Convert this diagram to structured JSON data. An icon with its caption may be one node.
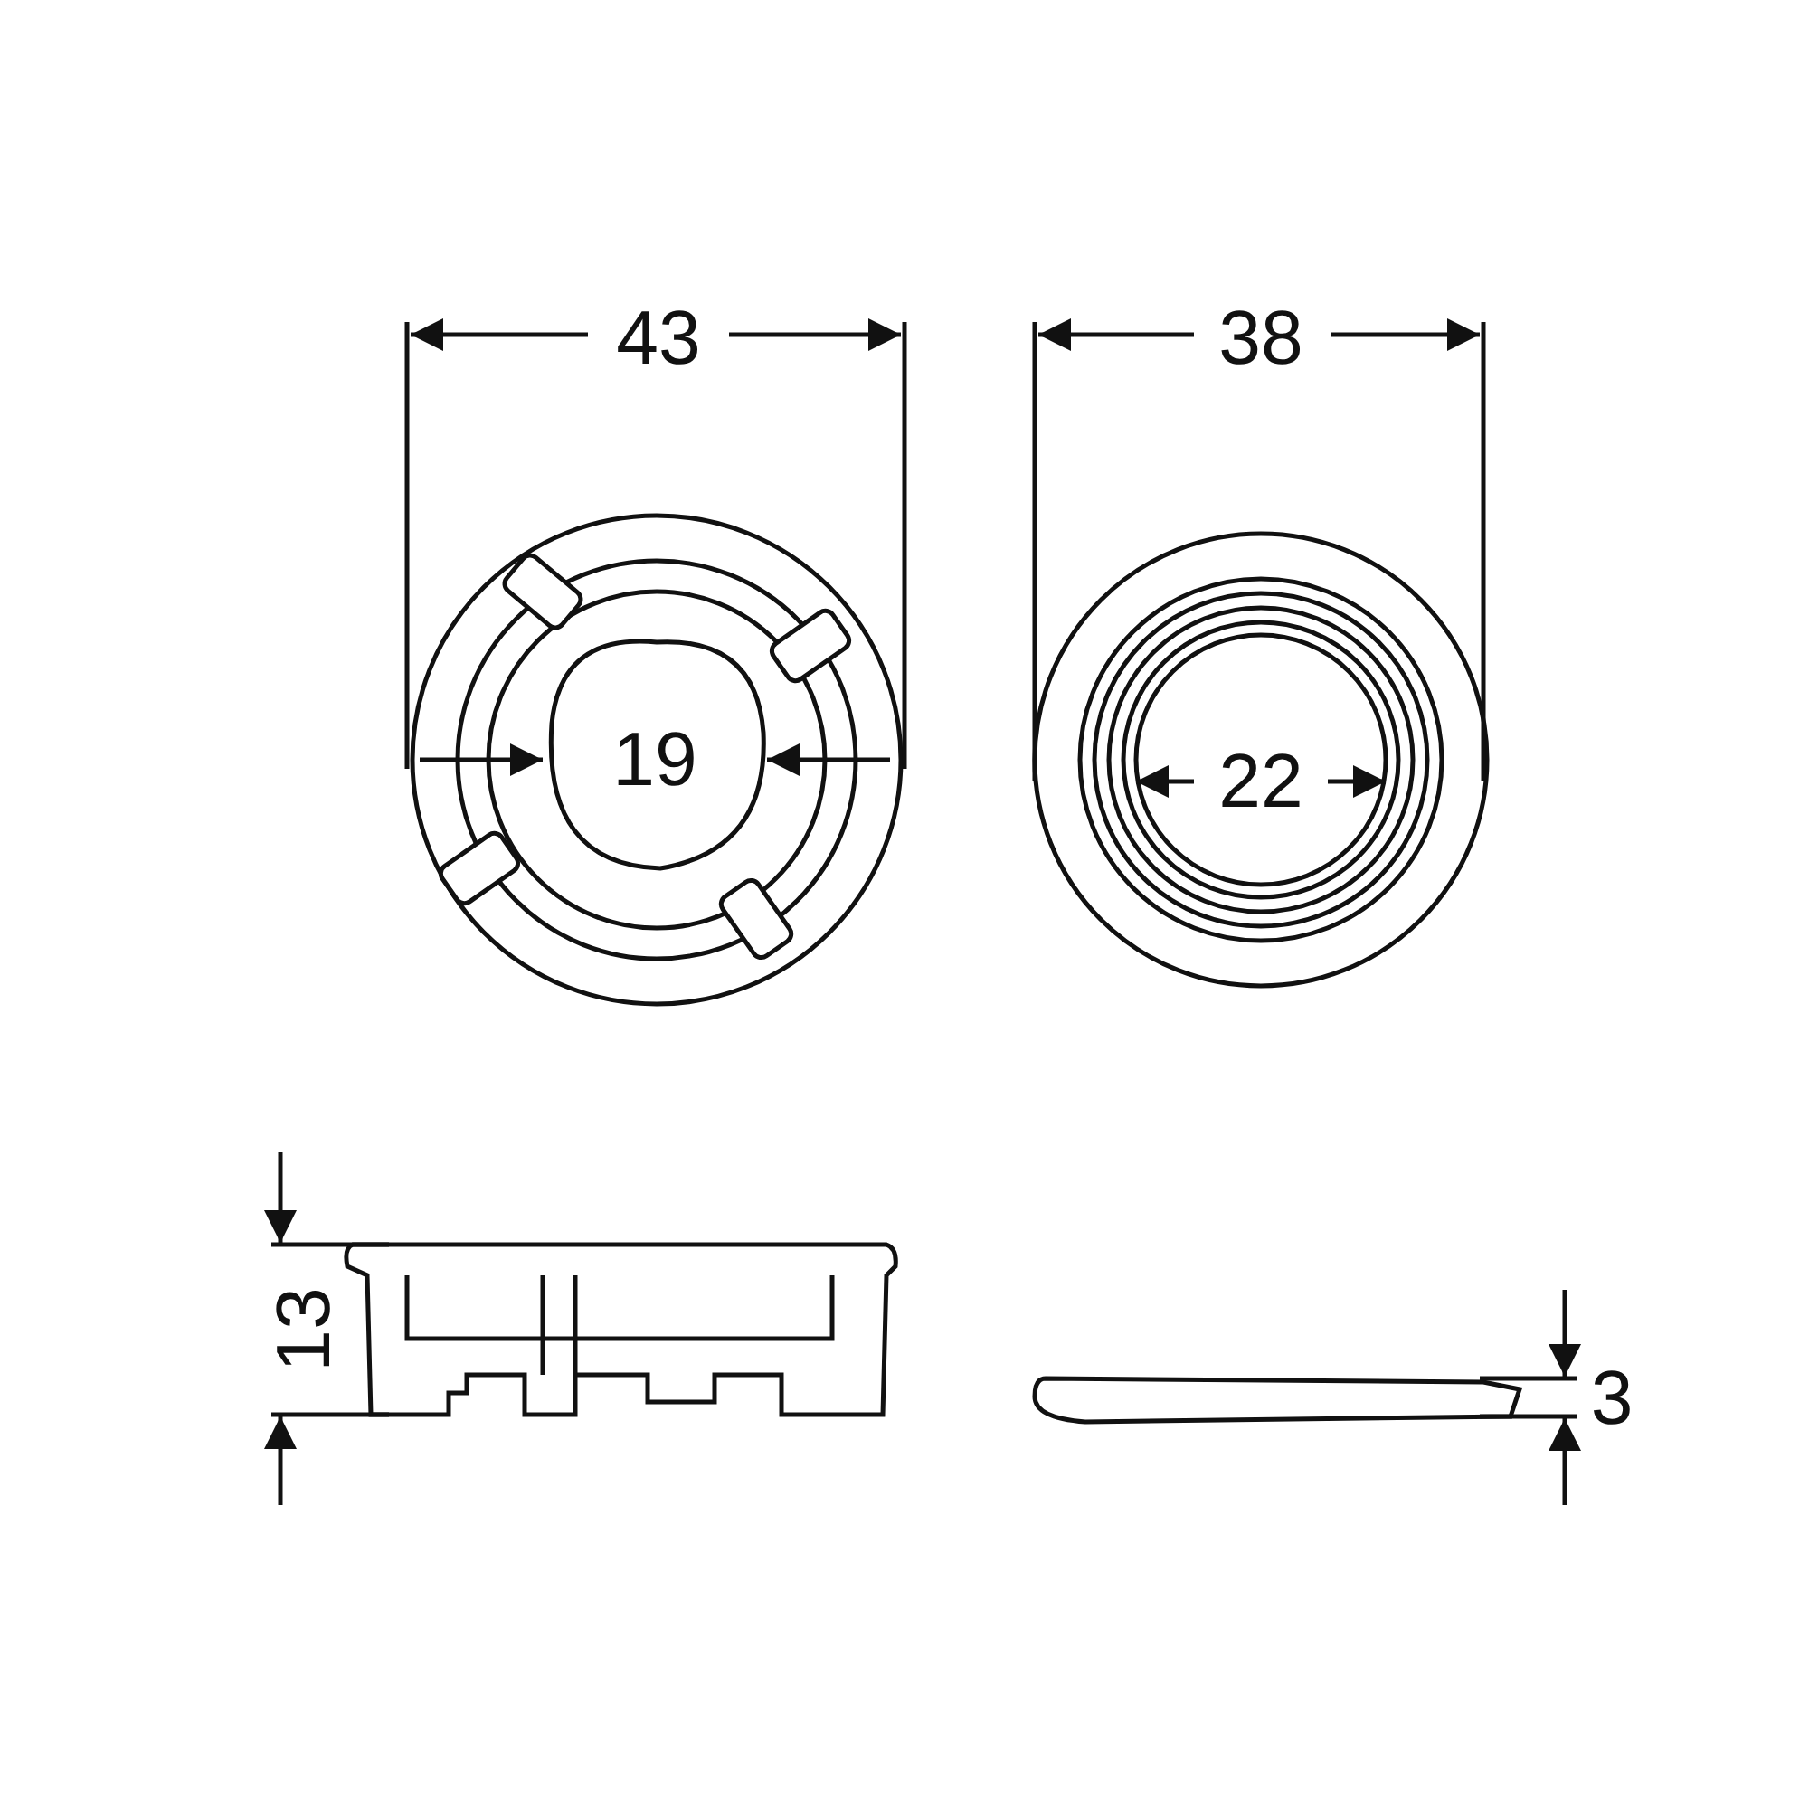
{
  "diagram": {
    "labels": [
      "43",
      "38",
      "19",
      "22",
      "13",
      "3"
    ]
  }
}
